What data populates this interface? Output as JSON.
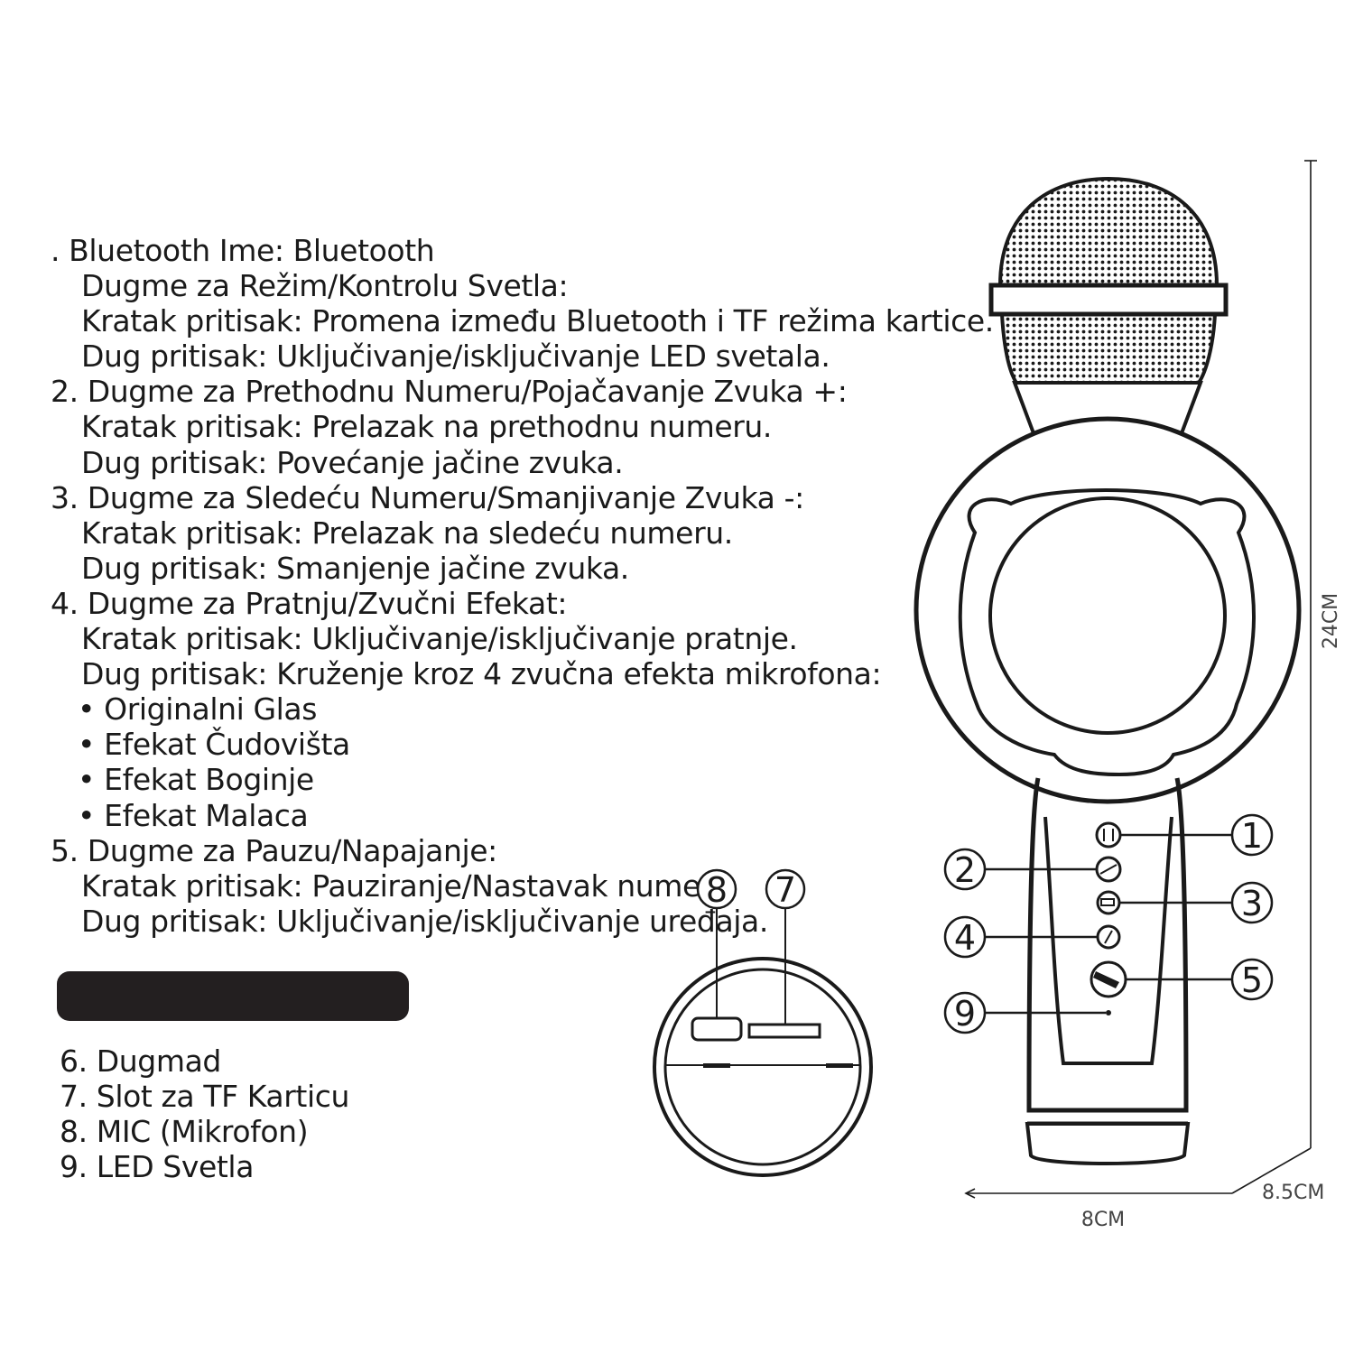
{
  "instructions": {
    "lines": [
      {
        "text": ". Bluetooth Ime: Bluetooth",
        "indent": 0
      },
      {
        "text": "Dugme za Režim/Kontrolu Svetla:",
        "indent": 1
      },
      {
        "text": "Kratak pritisak: Promena između Bluetooth i TF režima kartice.",
        "indent": 1
      },
      {
        "text": "Dug pritisak: Uključivanje/isključivanje LED svetala.",
        "indent": 1
      },
      {
        "text": "2. Dugme za Prethodnu Numeru/Pojačavanje Zvuka +:",
        "indent": 0
      },
      {
        "text": "Kratak pritisak: Prelazak na prethodnu numeru.",
        "indent": 1
      },
      {
        "text": "Dug pritisak: Povećanje jačine zvuka.",
        "indent": 1
      },
      {
        "text": "3. Dugme za Sledeću Numeru/Smanjivanje Zvuka -:",
        "indent": 0
      },
      {
        "text": "Kratak pritisak: Prelazak na sledeću numeru.",
        "indent": 1
      },
      {
        "text": "Dug pritisak: Smanjenje jačine zvuka.",
        "indent": 1
      },
      {
        "text": "4. Dugme za Pratnju/Zvučni Efekat:",
        "indent": 0
      },
      {
        "text": "Kratak pritisak: Uključivanje/isključivanje pratnje.",
        "indent": 1
      },
      {
        "text": "Dug pritisak: Kruženje kroz 4 zvučna efekta mikrofona:",
        "indent": 1
      },
      {
        "text": "• Originalni Glas",
        "indent": 2
      },
      {
        "text": "• Efekat Čudovišta",
        "indent": 2
      },
      {
        "text": "• Efekat Boginje",
        "indent": 2
      },
      {
        "text": "• Efekat Malaca",
        "indent": 2
      },
      {
        "text": "5. Dugme za Pauzu/Napajanje:",
        "indent": 0
      },
      {
        "text": "Kratak pritisak: Pauziranje/Nastavak numere.",
        "indent": 1
      },
      {
        "text": "Dug pritisak: Uključivanje/isključivanje uređaja.",
        "indent": 1
      }
    ]
  },
  "legend": {
    "items": [
      "6. Dugmad",
      "7. Slot za TF Karticu",
      "8. MIC (Mikrofon)",
      "9. LED Svetla"
    ]
  },
  "callouts": [
    "1",
    "2",
    "3",
    "4",
    "5",
    "7",
    "8",
    "9"
  ],
  "dimensions": {
    "height": "24CM",
    "width": "8CM",
    "depth": "8.5CM"
  },
  "colors": {
    "ink": "#1a1a1a",
    "bar": "#231f20",
    "background": "#ffffff"
  }
}
